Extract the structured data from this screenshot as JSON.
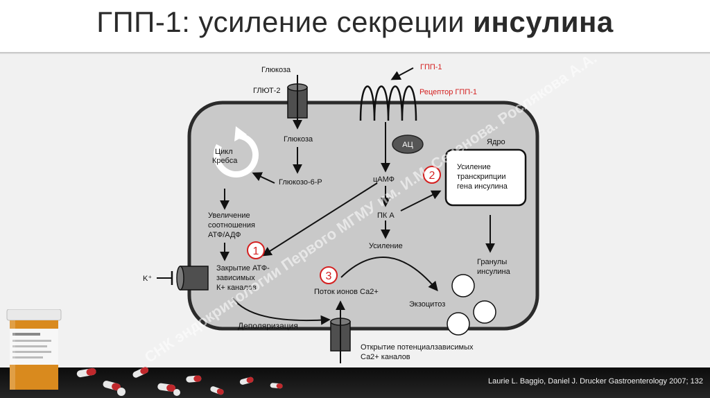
{
  "title": {
    "main": "ГПП-1: усиление секреции",
    "bold": "инсулина"
  },
  "labels": {
    "glucose_in": "Глюкоза",
    "glut2": "ГЛЮТ-2",
    "glucose_cell": "Глюкоза",
    "glucose6p": "Глюкозо-6-Р",
    "krebs_line1": "Цикл",
    "krebs_line2": "Кребса",
    "atp_line1": "Увеличение",
    "atp_line2": "соотношения",
    "atp_line3": "АТФ/АДФ",
    "katp_line1": "Закрытие АТФ-",
    "katp_line2": "зависимых",
    "katp_line3": "К+ каналов",
    "k_plus": "K⁺",
    "depol": "Деполяризация",
    "ca_line1": "Открытие потенциалзависимых",
    "ca_line2": "Са2+ каналов",
    "ca_flux": "Поток ионов Са2+",
    "exocytosis": "Экзоцитоз",
    "granules_line1": "Гранулы",
    "granules_line2": "инсулина",
    "nucleus": "Ядро",
    "nucleus_line1": "Усиление",
    "nucleus_line2": "транскрипции",
    "nucleus_line3": "гена инсулина",
    "glp1": "ГПП-1",
    "receptor": "Рецептор ГПП-1",
    "ac": "АЦ",
    "camp": "цАМФ",
    "pka": "ПК А",
    "enhance": "Усиление",
    "num1": "1",
    "num2": "2",
    "num3": "3"
  },
  "watermark": "СНК эндокринологии Первого МГМУ им. И.М. Сеченова. Рослякова А.А.",
  "citation": "Laurie L. Baggio, Daniel J. Drucker Gastroenterology 2007; 132",
  "colors": {
    "cell_fill": "#c9c9c9",
    "cell_border": "#2b2b2b",
    "accent_red": "#d42020",
    "channel": "#4f4f4f"
  }
}
